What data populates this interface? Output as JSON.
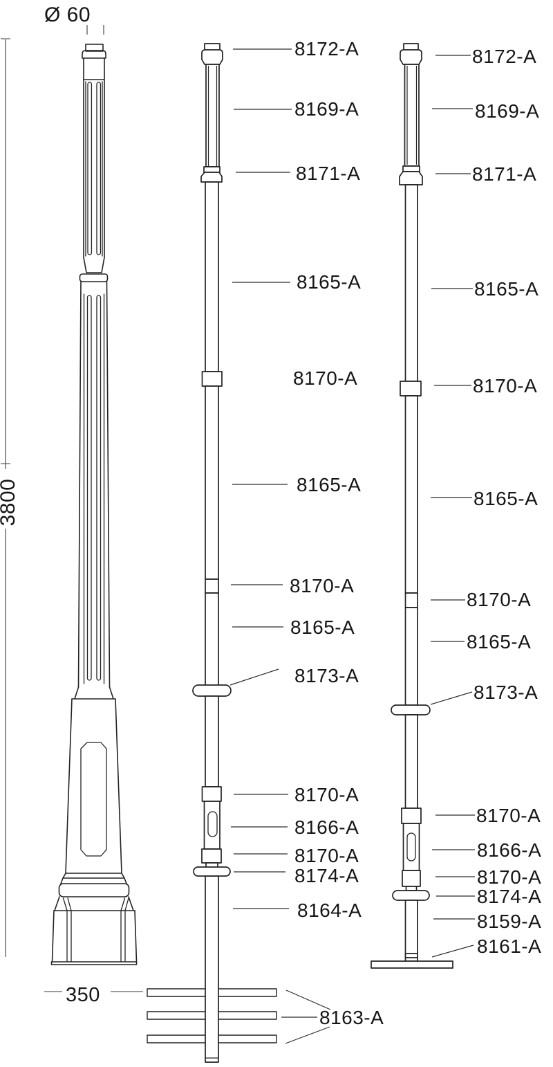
{
  "dimensions": {
    "top_diameter": "Ø 60",
    "overall_height": "3800",
    "base_width": "350"
  },
  "middle_column": {
    "labels": [
      "8172-A",
      "8169-A",
      "8171-A",
      "8165-A",
      "8170-A",
      "8165-A",
      "8170-A",
      "8165-A",
      "8173-A",
      "8170-A",
      "8166-A",
      "8170-A",
      "8174-A",
      "8164-A",
      "8163-A"
    ]
  },
  "right_column": {
    "labels": [
      "8172-A",
      "8169-A",
      "8171-A",
      "8165-A",
      "8170-A",
      "8165-A",
      "8170-A",
      "8165-A",
      "8173-A",
      "8170-A",
      "8166-A",
      "8170-A",
      "8174-A",
      "8159-A",
      "8161-A"
    ]
  }
}
